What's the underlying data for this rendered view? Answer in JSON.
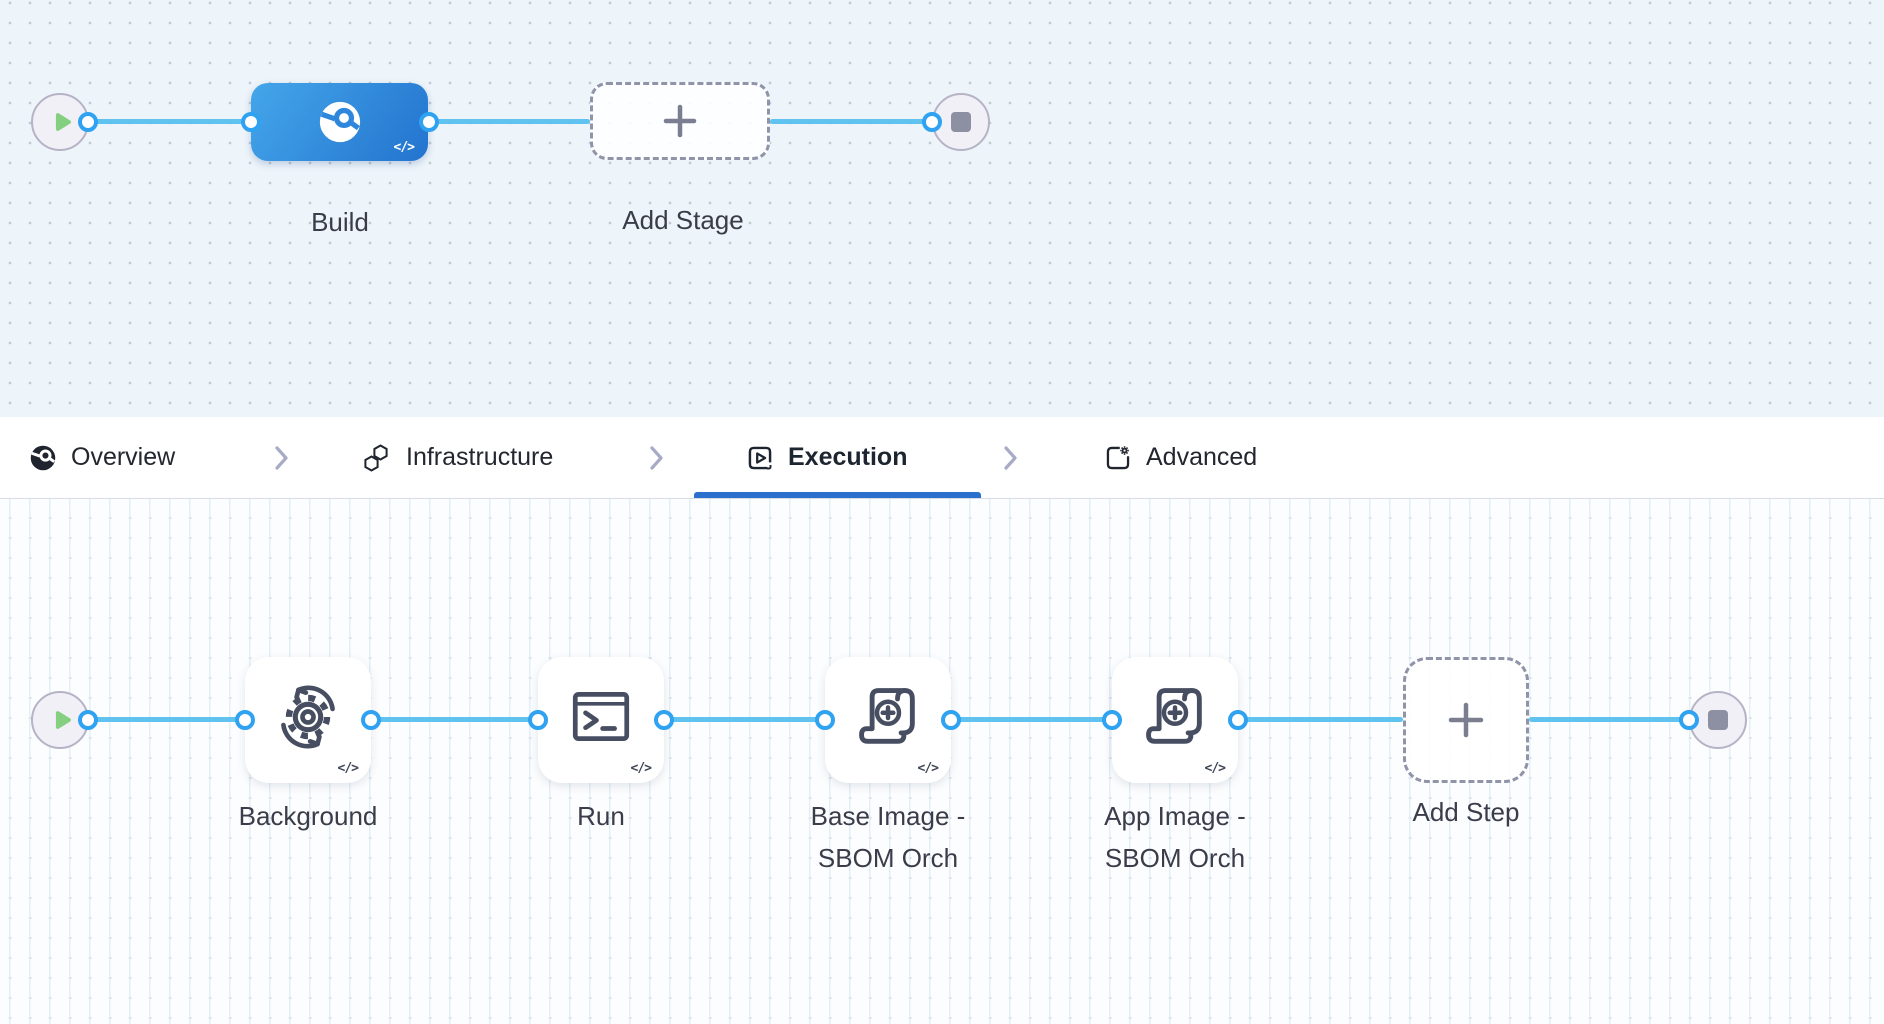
{
  "pipeline_canvas": {
    "stage": {
      "label": "Build",
      "code_badge": "</>"
    },
    "add_stage_label": "Add Stage"
  },
  "tabs": [
    {
      "label": "Overview",
      "icon": "ci-overview-icon",
      "active": false
    },
    {
      "label": "Infrastructure",
      "icon": "hexagons-icon",
      "active": false
    },
    {
      "label": "Execution",
      "icon": "play-square-icon",
      "active": true
    },
    {
      "label": "Advanced",
      "icon": "settings-square-icon",
      "active": false
    }
  ],
  "execution_canvas": {
    "steps": [
      {
        "label": "Background",
        "icon": "sync-gear-icon",
        "code_badge": "</>"
      },
      {
        "label": "Run",
        "icon": "terminal-icon",
        "code_badge": "</>"
      },
      {
        "label": "Base Image - SBOM Orch",
        "icon": "scroll-plus-icon",
        "code_badge": "</>"
      },
      {
        "label": "App Image - SBOM Orch",
        "icon": "scroll-plus-icon",
        "code_badge": "</>"
      }
    ],
    "add_step_label": "Add Step"
  },
  "colors": {
    "edge": "#5fc2ef",
    "port_ring": "#2fa2f1",
    "stage_gradient_start": "#44a6ea",
    "stage_gradient_end": "#2373ce",
    "active_tab_underline": "#2b70cc",
    "play_green": "#84cf80",
    "stop_gray": "#8c90a2",
    "canvas_top_bg": "#eef5fa",
    "canvas_bottom_bg": "#fcfdfe"
  }
}
